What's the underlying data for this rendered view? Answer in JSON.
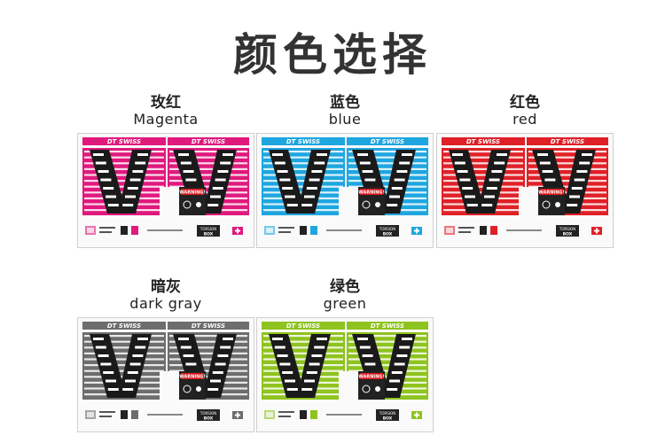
{
  "title": "颜色选择",
  "brand": "DT SWISS",
  "sheet_text": {
    "warning": "WARNING!",
    "torsion": "TORSION",
    "box": "BOX"
  },
  "swatches": [
    {
      "cn": "玫红",
      "en": "Magenta",
      "color": "#e0197d"
    },
    {
      "cn": "蓝色",
      "en": "blue",
      "color": "#1ea6e0"
    },
    {
      "cn": "红色",
      "en": "red",
      "color": "#e02027"
    },
    {
      "cn": "暗灰",
      "en": "dark gray",
      "color": "#6d6d6d"
    },
    {
      "cn": "绿色",
      "en": "green",
      "color": "#8fc31f"
    }
  ]
}
